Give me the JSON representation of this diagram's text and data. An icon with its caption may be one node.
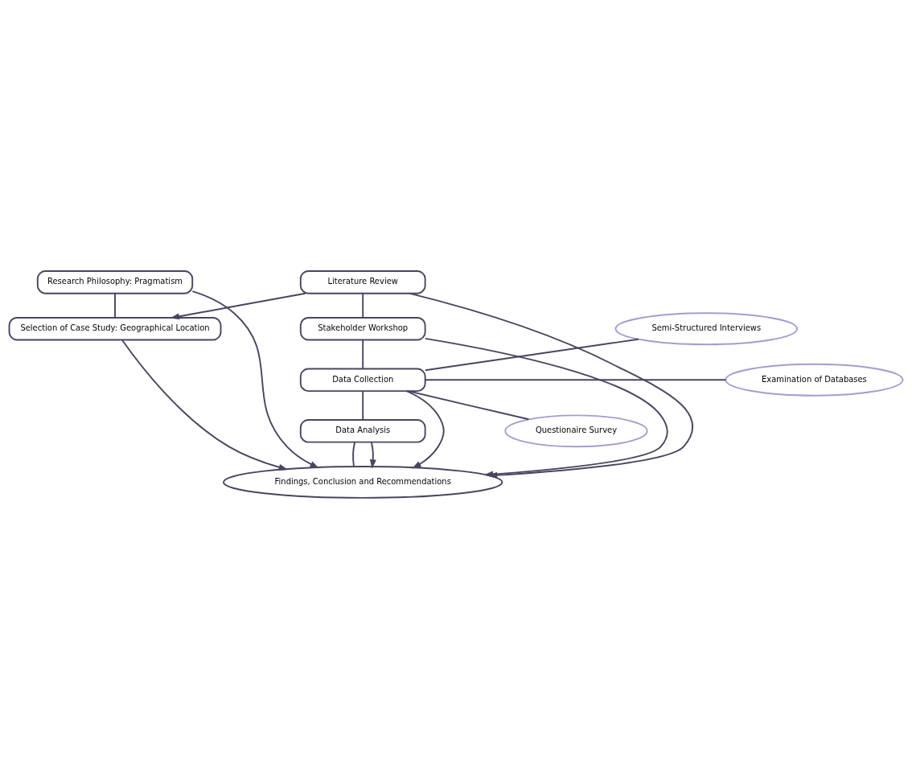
{
  "diagram": {
    "nodes": [
      {
        "text": [
          "Research Philosophy: Pragmatism"
        ]
      },
      {
        "text": [
          "Selection of Case Study: Geographical Location"
        ]
      },
      {
        "text": [
          "Literature Review"
        ]
      },
      {
        "text": [
          "Stakeholder Workshop"
        ]
      },
      {
        "text": [
          "Data Collection"
        ]
      },
      {
        "text": [
          "Data Analysis"
        ]
      },
      {
        "text": [
          "Findings, Conclusion and Recommendations"
        ]
      },
      {
        "text": [
          "Semi-Structured Interviews"
        ]
      },
      {
        "text": [
          "Examination of Databases"
        ]
      },
      {
        "text": [
          "Questionaire Survey"
        ]
      }
    ],
    "edges": [
      {
        "from": 0,
        "to": 1,
        "arrow": "none"
      },
      {
        "from": 2,
        "to": 1,
        "arrow": "to"
      },
      {
        "from": 2,
        "to": 3,
        "arrow": "none"
      },
      {
        "from": 3,
        "to": 4,
        "arrow": "none"
      },
      {
        "from": 4,
        "to": 5,
        "arrow": "none"
      },
      {
        "from": 5,
        "to": 6,
        "arrow": "none"
      },
      {
        "from": 0,
        "to": 6,
        "arrow": "to"
      },
      {
        "from": 1,
        "to": 6,
        "arrow": "to"
      },
      {
        "from": 2,
        "to": 6,
        "arrow": "to"
      },
      {
        "from": 3,
        "to": 6,
        "arrow": "to"
      },
      {
        "from": 4,
        "to": 6,
        "arrow": "to"
      },
      {
        "from": 5,
        "to": 6,
        "arrow": "to"
      },
      {
        "from": 4,
        "to": 7,
        "arrow": "none"
      },
      {
        "from": 4,
        "to": 8,
        "arrow": "none"
      },
      {
        "from": 4,
        "to": 9,
        "arrow": "none"
      }
    ]
  }
}
